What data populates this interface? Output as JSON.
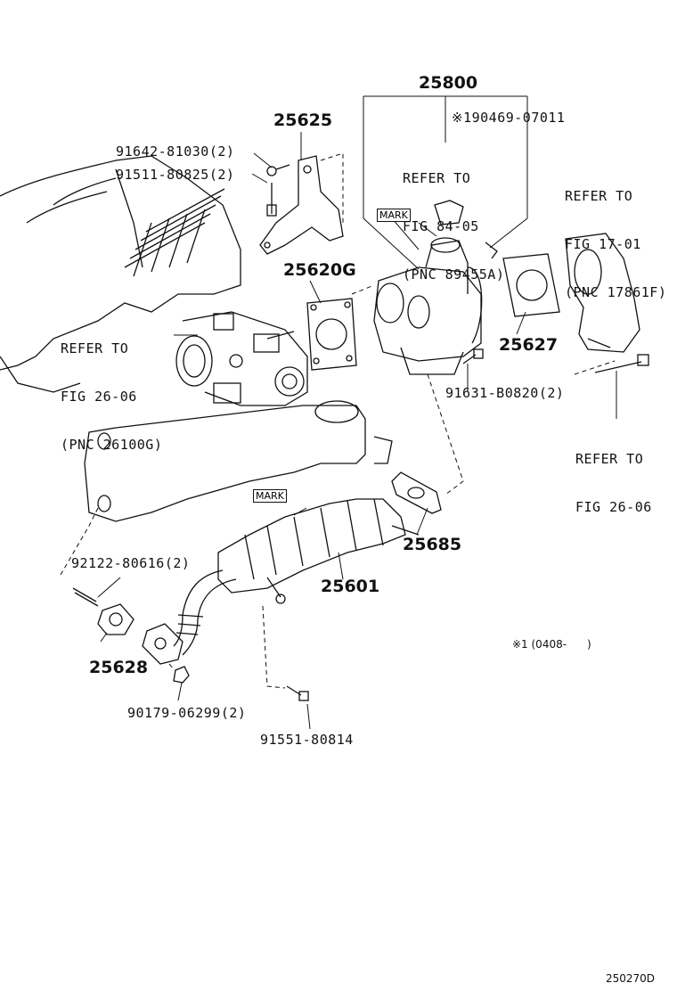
{
  "main_part": "25800",
  "bracket_part": "25625",
  "gasket_upper": "25620G",
  "gasket_right": "25627",
  "gasket_lower": "25685",
  "cooler_part": "25601",
  "gasket_left": "25628",
  "bolt_a": "91642-81030(2)",
  "bolt_b": "91511-80825(2)",
  "bolt_c": "91631-B0820(2)",
  "stud": "92122-80616(2)",
  "nut": "90179-06299(2)",
  "bolt_d": "91551-80814",
  "sensor_part": "※190469-07011",
  "ref_sensor": [
    "REFER TO",
    "FIG 84-05",
    "(PNC 89455A)"
  ],
  "ref_throttle": [
    "REFER TO",
    "FIG 26-06",
    "(PNC 26100G)"
  ],
  "ref_manifold": [
    "REFER TO",
    "FIG 17-01",
    "(PNC 17861F)"
  ],
  "ref_bolt": [
    "REFER TO",
    "FIG 26-06"
  ],
  "mark_label": "MARK",
  "note": "※1 (0408-      )",
  "diagram_id": "250270D"
}
